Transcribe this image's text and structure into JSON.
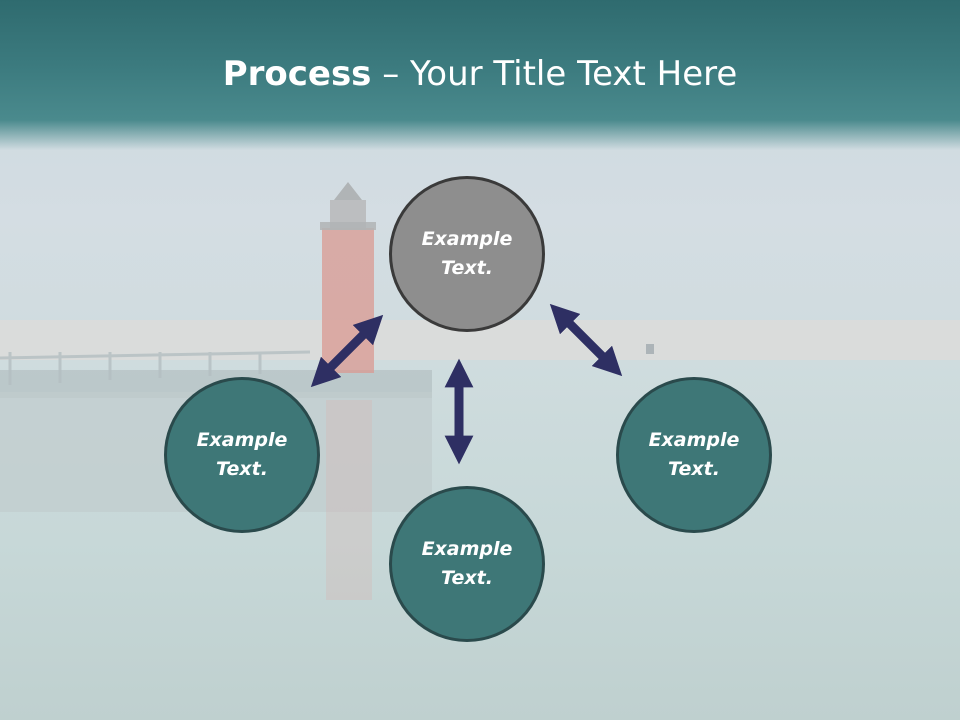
{
  "title": {
    "bold": "Process",
    "rest": " – Your Title Text Here"
  },
  "nodes": {
    "top": {
      "line1": "Example",
      "line2": "Text."
    },
    "left": {
      "line1": "Example",
      "line2": "Text."
    },
    "right": {
      "line1": "Example",
      "line2": "Text."
    },
    "bottom": {
      "line1": "Example",
      "line2": "Text."
    }
  },
  "colors": {
    "header": "#3c7b7f",
    "node_fill": "#3e7777",
    "center_fill": "#8e8e8e",
    "arrow": "#2e2f63"
  }
}
